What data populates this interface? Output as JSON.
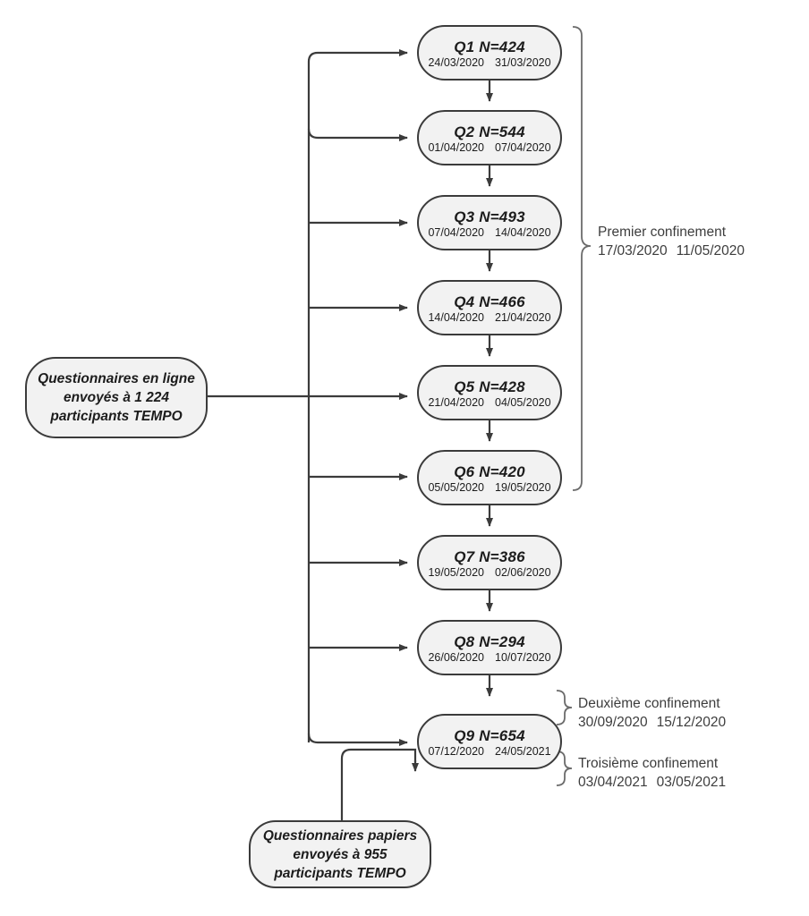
{
  "diagram": {
    "title": "TEMPO questionnaire flow during COVID-19 lockdowns",
    "colors": {
      "node_fill": "#f2f2f2",
      "node_border": "#3b3b3b",
      "connector": "#3b3b3b",
      "annotation_text": "#3d3d3d",
      "background": "#ffffff"
    },
    "sources": [
      {
        "id": "online",
        "line1": "Questionnaires en ligne",
        "line2": "envoyés à 1 224",
        "line3": "participants TEMPO"
      },
      {
        "id": "paper",
        "line1": "Questionnaires papiers",
        "line2": "envoyés à 955",
        "line3": "participants TEMPO"
      }
    ],
    "questionnaires": [
      {
        "id": "q1",
        "title": "Q1 N=424",
        "date_start": "24/03/2020",
        "date_end": "31/03/2020"
      },
      {
        "id": "q2",
        "title": "Q2 N=544",
        "date_start": "01/04/2020",
        "date_end": "07/04/2020"
      },
      {
        "id": "q3",
        "title": "Q3 N=493",
        "date_start": "07/04/2020",
        "date_end": "14/04/2020"
      },
      {
        "id": "q4",
        "title": "Q4 N=466",
        "date_start": "14/04/2020",
        "date_end": "21/04/2020"
      },
      {
        "id": "q5",
        "title": "Q5 N=428",
        "date_start": "21/04/2020",
        "date_end": "04/05/2020"
      },
      {
        "id": "q6",
        "title": "Q6 N=420",
        "date_start": "05/05/2020",
        "date_end": "19/05/2020"
      },
      {
        "id": "q7",
        "title": "Q7 N=386",
        "date_start": "19/05/2020",
        "date_end": "02/06/2020"
      },
      {
        "id": "q8",
        "title": "Q8 N=294",
        "date_start": "26/06/2020",
        "date_end": "10/07/2020"
      },
      {
        "id": "q9",
        "title": "Q9 N=654",
        "date_start": "07/12/2020",
        "date_end": "24/05/2021"
      }
    ],
    "annotations": [
      {
        "id": "first_lockdown",
        "label": "Premier confinement",
        "date_start": "17/03/2020",
        "date_end": "11/05/2020"
      },
      {
        "id": "second_lockdown",
        "label": "Deuxième confinement",
        "date_start": "30/09/2020",
        "date_end": "15/12/2020"
      },
      {
        "id": "third_lockdown",
        "label": "Troisième confinement",
        "date_start": "03/04/2021",
        "date_end": "03/05/2021"
      }
    ]
  }
}
